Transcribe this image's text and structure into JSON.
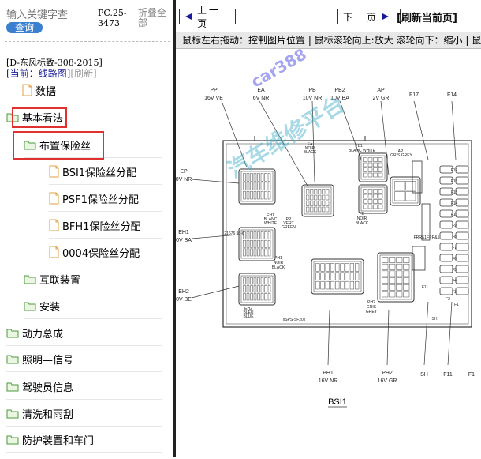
{
  "search": {
    "placeholder": "输入关键字查",
    "button": "查询"
  },
  "pc_label": "PC.25-3473",
  "fold_label": "折叠全部",
  "model": "[D-东风标致-308-2015]",
  "current": {
    "prefix": "[当前：线路图]",
    "refresh": "[刷新]"
  },
  "tree": [
    {
      "label": "数据",
      "icon": "page-icon"
    },
    {
      "label": "基本看法",
      "icon": "folder-icon"
    },
    {
      "label": "布置保险丝",
      "icon": "folder-icon"
    },
    {
      "label": "BSI1保险丝分配",
      "icon": "page-icon"
    },
    {
      "label": "PSF1保险丝分配",
      "icon": "page-icon"
    },
    {
      "label": "BFH1保险丝分配",
      "icon": "page-icon"
    },
    {
      "label": "0004保险丝分配",
      "icon": "page-icon"
    },
    {
      "label": "互联装置",
      "icon": "folder-icon"
    },
    {
      "label": "安装",
      "icon": "folder-icon"
    },
    {
      "label": "动力总成",
      "icon": "folder-icon"
    },
    {
      "label": "照明—信号",
      "icon": "folder-icon"
    },
    {
      "label": "驾驶员信息",
      "icon": "folder-icon"
    },
    {
      "label": "清洗和雨刮",
      "icon": "folder-icon"
    },
    {
      "label": "防护装置和车门",
      "icon": "folder-icon"
    }
  ],
  "toolbar": {
    "prev": "上一页",
    "next": "下一页",
    "refresh": "[刷新当前页]"
  },
  "hint": "鼠标左右拖动：控制图片位置 | 鼠标滚轮向上:放大   滚轮向下：缩小 | 鼠",
  "diagram": {
    "title": "BSI1",
    "watermark1": "car388",
    "watermark2": "汽车维修平台",
    "top_labels": [
      "PP",
      "16V VE",
      "EA",
      "6V NR",
      "PB",
      "10V NR",
      "PB2",
      "10V BA",
      "AP",
      "2V GR",
      "F17",
      "F14"
    ],
    "left_labels": [
      "EP",
      "0V NR",
      "EH1",
      "0V BA",
      "EH2",
      "0V BE"
    ],
    "bottom_labels": [
      "PH1",
      "16V NR",
      "PH2",
      "16V GR",
      "SH",
      "F11",
      "F1"
    ],
    "inner_labels": [
      "EA",
      "NOIR",
      "BLACK",
      "PB1",
      "BLANC WHITE",
      "AP",
      "GRIS GREY",
      "PB",
      "NOIR",
      "BLACK",
      "EH1",
      "BLANC",
      "WHITE",
      "PP",
      "VERT",
      "GREEN",
      "PH1",
      "NOIR",
      "BLACK",
      "EH2",
      "BLEU",
      "BLUE",
      "PH2",
      "GRIS",
      "GREY",
      "21676 98-6",
      "F11",
      "F2",
      "F1",
      "SH",
      "xSPS-SF20x",
      "FRR&1FRR&1"
    ],
    "fuse_labels": [
      "F17",
      "F16",
      "F15",
      "F14",
      "F10",
      "F9",
      "F8",
      "F7",
      "F6",
      "F5",
      "F4",
      "F3"
    ]
  }
}
